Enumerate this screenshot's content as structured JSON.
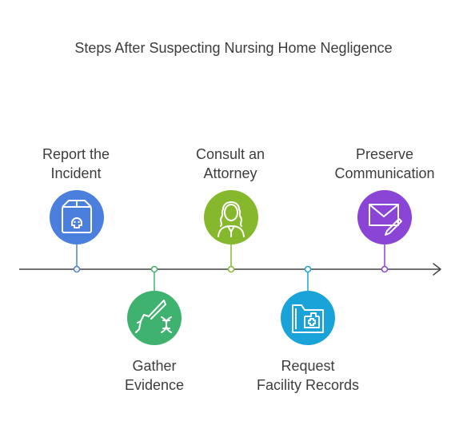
{
  "title": "Steps After Suspecting Nursing Home Negligence",
  "steps": [
    {
      "line1": "Report the",
      "line2": "Incident",
      "color": "#4a7fdd",
      "icon": "box-skull-icon"
    },
    {
      "line1": "Gather",
      "line2": "Evidence",
      "color": "#3fb270",
      "icon": "scalpel-dna-icon"
    },
    {
      "line1": "Consult an",
      "line2": "Attorney",
      "color": "#86b82e",
      "icon": "attorney-judge-icon"
    },
    {
      "line1": "Request",
      "line2": "Facility Records",
      "color": "#1aa3d9",
      "icon": "medical-folder-icon"
    },
    {
      "line1": "Preserve",
      "line2": "Communication",
      "color": "#8a44d6",
      "icon": "envelope-pencil-icon"
    }
  ],
  "colors": {
    "axis": "#444444",
    "title": "#3d3d3d"
  }
}
